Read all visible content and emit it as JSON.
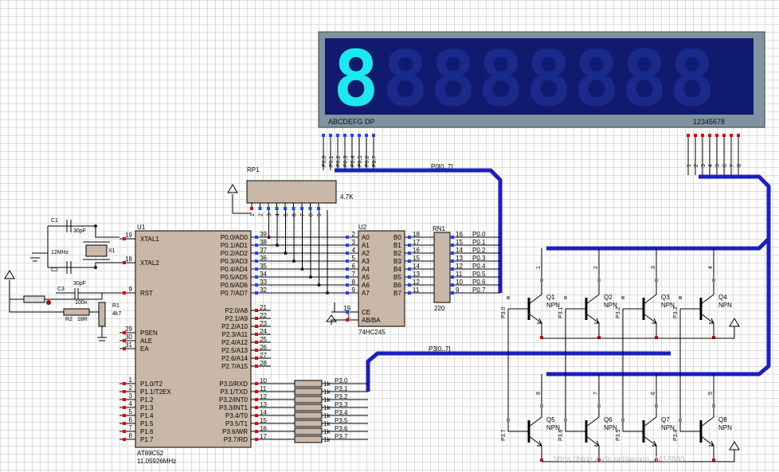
{
  "display": {
    "bottom_left": "ABCDEFG  DP",
    "bottom_right": "12345678",
    "digit": "8",
    "pin_labels": [
      "P0.0",
      "P0.1",
      "P0.2",
      "P0.3",
      "P0.4",
      "P0.5",
      "P0.6",
      "P0.7"
    ],
    "bus_label": "P0[0..7]",
    "digit_pins": [
      "1",
      "2",
      "3",
      "4",
      "5",
      "6",
      "7",
      "8"
    ]
  },
  "rp1": {
    "ref": "RP1",
    "value": "4.7K",
    "pins": [
      "1",
      "2",
      "3",
      "4",
      "5",
      "6",
      "7",
      "8",
      "9"
    ]
  },
  "u1": {
    "ref": "U1",
    "part": "AT89C52",
    "freq": "11.05926MHz",
    "left_pins": [
      {
        "num": "19",
        "name": "XTAL1"
      },
      {
        "num": "18",
        "name": "XTAL2"
      },
      {
        "num": "9",
        "name": "RST"
      },
      {
        "num": "29",
        "name": "PSEN"
      },
      {
        "num": "30",
        "name": "ALE"
      },
      {
        "num": "31",
        "name": "EA"
      },
      {
        "num": "1",
        "name": "P1.0/T2"
      },
      {
        "num": "2",
        "name": "P1.1/T2EX"
      },
      {
        "num": "3",
        "name": "P1.2"
      },
      {
        "num": "4",
        "name": "P1.3"
      },
      {
        "num": "5",
        "name": "P1.4"
      },
      {
        "num": "6",
        "name": "P1.5"
      },
      {
        "num": "7",
        "name": "P1.6"
      },
      {
        "num": "8",
        "name": "P1.7"
      }
    ],
    "right_pins": [
      {
        "num": "39",
        "name": "P0.0/AD0"
      },
      {
        "num": "38",
        "name": "P0.1/AD1"
      },
      {
        "num": "37",
        "name": "P0.2/AD2"
      },
      {
        "num": "36",
        "name": "P0.3/AD3"
      },
      {
        "num": "35",
        "name": "P0.4/AD4"
      },
      {
        "num": "34",
        "name": "P0.5/AD5"
      },
      {
        "num": "33",
        "name": "P0.6/AD6"
      },
      {
        "num": "32",
        "name": "P0.7/AD7"
      },
      {
        "num": "21",
        "name": "P2.0/A8"
      },
      {
        "num": "22",
        "name": "P2.1/A9"
      },
      {
        "num": "23",
        "name": "P2.2/A10"
      },
      {
        "num": "24",
        "name": "P2.3/A11"
      },
      {
        "num": "25",
        "name": "P2.4/A12"
      },
      {
        "num": "26",
        "name": "P2.5/A13"
      },
      {
        "num": "27",
        "name": "P2.6/A14"
      },
      {
        "num": "28",
        "name": "P2.7/A15"
      },
      {
        "num": "10",
        "name": "P3.0/RXD"
      },
      {
        "num": "11",
        "name": "P3.1/TXD"
      },
      {
        "num": "12",
        "name": "P3.2/INT0"
      },
      {
        "num": "13",
        "name": "P3.3/INT1"
      },
      {
        "num": "14",
        "name": "P3.4/T0"
      },
      {
        "num": "15",
        "name": "P3.5/T1"
      },
      {
        "num": "16",
        "name": "P3.6/WR"
      },
      {
        "num": "17",
        "name": "P3.7/RD"
      }
    ]
  },
  "u2": {
    "ref": "U2",
    "part": "74HC245",
    "a_pins": [
      {
        "num": "2",
        "name": "A0"
      },
      {
        "num": "3",
        "name": "A1"
      },
      {
        "num": "4",
        "name": "A2"
      },
      {
        "num": "5",
        "name": "A3"
      },
      {
        "num": "6",
        "name": "A4"
      },
      {
        "num": "7",
        "name": "A5"
      },
      {
        "num": "8",
        "name": "A6"
      },
      {
        "num": "9",
        "name": "A7"
      }
    ],
    "b_pins": [
      {
        "num": "18",
        "name": "B0"
      },
      {
        "num": "17",
        "name": "B1"
      },
      {
        "num": "16",
        "name": "B2"
      },
      {
        "num": "15",
        "name": "B3"
      },
      {
        "num": "14",
        "name": "B4"
      },
      {
        "num": "13",
        "name": "B5"
      },
      {
        "num": "12",
        "name": "B6"
      },
      {
        "num": "11",
        "name": "B7"
      }
    ],
    "ce_pin": {
      "num": "19",
      "name": "CE"
    },
    "ab_pin": {
      "num": "1",
      "name": "AB/BA"
    }
  },
  "rn1": {
    "ref": "RN1",
    "value": "220",
    "pins": [
      "16",
      "15",
      "14",
      "13",
      "12",
      "11",
      "10",
      "9"
    ],
    "nets": [
      "P0.0",
      "P0.1",
      "P0.2",
      "P0.3",
      "P0.4",
      "P0.5",
      "P0.6",
      "P0.7"
    ]
  },
  "p3_resistors": {
    "value": "1k",
    "nets": [
      "P3.0",
      "P3.1",
      "P3.2",
      "P3.3",
      "P3.4",
      "P3.5",
      "P3.6",
      "P3.7"
    ]
  },
  "p3_bus": "P3[0..7]",
  "crystal": {
    "ref": "X1",
    "freq": "12MHz"
  },
  "c1": {
    "ref": "C1",
    "value": "30pF"
  },
  "c2": {
    "ref": "C2",
    "value": "30pF"
  },
  "c3": {
    "ref": "C3",
    "value": "100n"
  },
  "r1": {
    "ref": "R1",
    "value": "4k7"
  },
  "r2": {
    "ref": "R2",
    "value": "18R"
  },
  "transistors": [
    {
      "ref": "Q1",
      "type": "NPN",
      "base": "P3.0",
      "col": "1"
    },
    {
      "ref": "Q2",
      "type": "NPN",
      "base": "P3.1",
      "col": "2"
    },
    {
      "ref": "Q3",
      "type": "NPN",
      "base": "P3.2",
      "col": "3"
    },
    {
      "ref": "Q4",
      "type": "NPN",
      "base": "P3.3",
      "col": "4"
    },
    {
      "ref": "Q5",
      "type": "NPN",
      "base": "P3.7",
      "col": "8"
    },
    {
      "ref": "Q6",
      "type": "NPN",
      "base": "P3.6",
      "col": "7"
    },
    {
      "ref": "Q7",
      "type": "NPN",
      "base": "P3.5",
      "col": "6"
    },
    {
      "ref": "Q8",
      "type": "NPN",
      "base": "P3.4",
      "col": "5"
    }
  ],
  "watermark": "https://blog.csdn.net/weixin_4412893"
}
